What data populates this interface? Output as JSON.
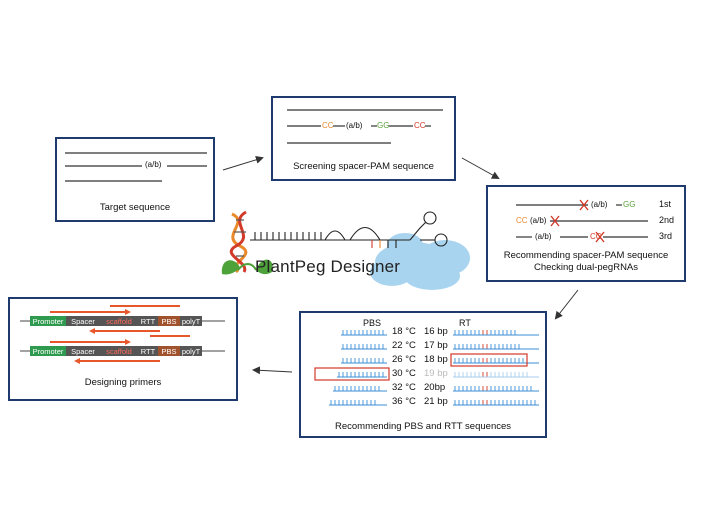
{
  "logo": {
    "title": "PlantPeg Designer"
  },
  "colors": {
    "frame": "#1f3a6e",
    "orange": "#e8892b",
    "green": "#5aa23c",
    "red": "#d23a2a",
    "blue": "#3b8fd6",
    "lightblue": "#a9cdee",
    "promoter": "#2e9a4e",
    "spacer": "#555555",
    "scaffold": "#555555",
    "rtt": "#555555",
    "pbs": "#a0522d",
    "polyt": "#555555",
    "cloud": "#a8d4ef"
  },
  "target": {
    "caption": "Target sequence",
    "label": "(a/b)"
  },
  "screening": {
    "caption": "Screening spacer-PAM sequence",
    "cc1": "CC",
    "ab": "(a/b)",
    "gg": "GG",
    "cc2": "CC"
  },
  "recommend": {
    "caption1": "Recommending spacer-PAM sequence",
    "caption2": "Checking dual-pegRNAs",
    "rows": [
      {
        "rank": "1st",
        "ab": "(a/b)",
        "pam": "GG"
      },
      {
        "rank": "2nd",
        "cc": "CC",
        "ab": "(a/b)"
      },
      {
        "rank": "3rd",
        "ab": "(a/b)",
        "cc": "CC"
      }
    ]
  },
  "pbs_rtt": {
    "caption": "Recommending PBS and RTT sequences",
    "pbs_header": "PBS",
    "rt_header": "RT",
    "temps": [
      "18 °C",
      "22 °C",
      "26 °C",
      "30 °C",
      "32 °C",
      "36 °C"
    ],
    "lengths": [
      "16 bp",
      "17 bp",
      "18 bp",
      "19 bp",
      "20bp",
      "21 bp"
    ]
  },
  "primers": {
    "caption": "Designing primers",
    "segments": [
      "Promoter",
      "Spacer",
      "scaffold",
      "RTT",
      "PBS",
      "polyT"
    ]
  }
}
